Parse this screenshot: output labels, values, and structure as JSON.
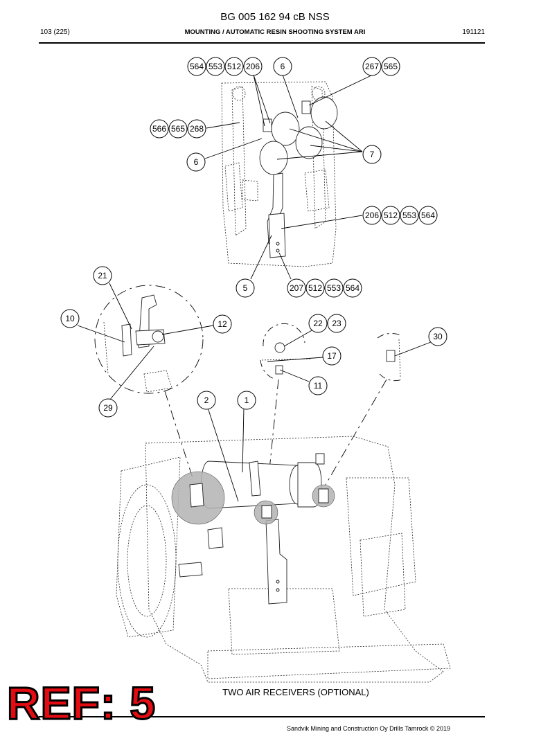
{
  "header": {
    "doc_title": "BG 005 162 94 cB NSS",
    "page": "103 (225)",
    "section": "MOUNTING / AUTOMATIC RESIN SHOOTING SYSTEM ARI",
    "date": "191121"
  },
  "balloons": [
    {
      "label": "564"
    },
    {
      "label": "553"
    },
    {
      "label": "512"
    },
    {
      "label": "206"
    },
    {
      "label": "6"
    },
    {
      "label": "267"
    },
    {
      "label": "565"
    },
    {
      "label": "566"
    },
    {
      "label": "565"
    },
    {
      "label": "268"
    },
    {
      "label": "7"
    },
    {
      "label": "6"
    },
    {
      "label": "206"
    },
    {
      "label": "512"
    },
    {
      "label": "553"
    },
    {
      "label": "564"
    },
    {
      "label": "5"
    },
    {
      "label": "207"
    },
    {
      "label": "512"
    },
    {
      "label": "553"
    },
    {
      "label": "564"
    },
    {
      "label": "21"
    },
    {
      "label": "10"
    },
    {
      "label": "12"
    },
    {
      "label": "22"
    },
    {
      "label": "23"
    },
    {
      "label": "30"
    },
    {
      "label": "17"
    },
    {
      "label": "11"
    },
    {
      "label": "29"
    },
    {
      "label": "2"
    },
    {
      "label": "1"
    }
  ],
  "caption": "TWO AIR RECEIVERS (OPTIONAL)",
  "ref_stamp": "REF: 5",
  "footer": {
    "copyright": "Sandvik Mining and Construction Oy Drills Tamrock © 2019"
  },
  "icons": {
    "callout": "numbered-circle-callout",
    "detail": "dashed-detail-circle"
  }
}
